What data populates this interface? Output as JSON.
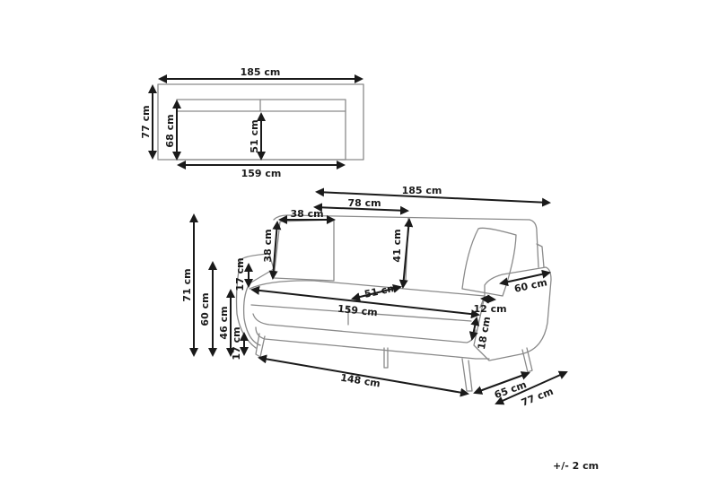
{
  "top_view": {
    "overall_width": "185 cm",
    "overall_depth": "77 cm",
    "seat_depth": "68 cm",
    "seat_cushion_depth": "51 cm",
    "seat_width": "159 cm"
  },
  "perspective_view": {
    "overall_width": "185 cm",
    "back_cushion_width": "78 cm",
    "pillow_width": "38 cm",
    "pillow_height": "38 cm",
    "back_cushion_height": "41 cm",
    "overall_height": "71 cm",
    "arm_height": "60 cm",
    "seat_height": "46 cm",
    "arm_above_seat": "17 cm",
    "leg_height": "17 cm",
    "seat_depth": "51 cm",
    "seat_width": "159 cm",
    "arm_depth": "60 cm",
    "arm_width": "12 cm",
    "seat_cushion_thickness": "18 cm",
    "leg_span_width": "148 cm",
    "leg_span_depth": "65 cm",
    "overall_depth": "77 cm"
  },
  "tolerance": "+/- 2 cm"
}
